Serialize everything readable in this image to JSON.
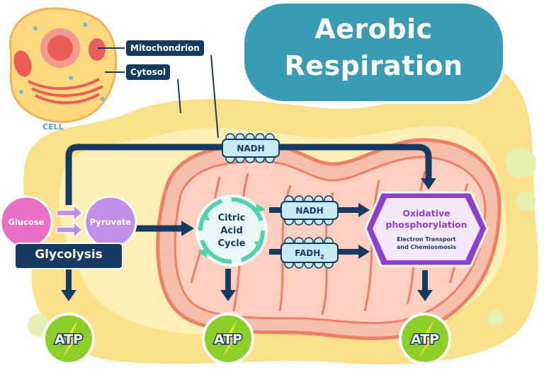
{
  "title": {
    "line1": "Aerobic",
    "line2": "Respiration"
  },
  "cell": {
    "caption": "CELL",
    "mitochondrion_label": "Mitochondrion",
    "cytosol_label": "Cytosol"
  },
  "glycolysis": {
    "label": "Glycolysis",
    "glucose": "Glucose",
    "pyruvate": "Pyruvate"
  },
  "citric_acid_cycle": {
    "line1": "Citric",
    "line2": "Acid",
    "line3": "Cycle"
  },
  "carriers": {
    "nadh_top": "NADH",
    "nadh_mid": "NADH",
    "fadh2_base": "FADH",
    "fadh2_sub": "2"
  },
  "oxidative": {
    "line1": "Oxidative",
    "line2": "phosphorylation",
    "sub1": "Electron Transport",
    "sub2": "and Chemiosmosis"
  },
  "atp": {
    "left": "ATP",
    "center": "ATP",
    "right": "ATP"
  },
  "colors": {
    "navy": "#153b63",
    "teal": "#3a9bb5",
    "pink": "#e86fc3",
    "purple": "#c08fe6",
    "violet": "#8f3fd0",
    "green": "#8ccf28",
    "yellow": "#f8d94a",
    "mito_fill": "#f6bfaa",
    "mito_outline": "#f07e67",
    "carrier": "#c8eaf2"
  }
}
